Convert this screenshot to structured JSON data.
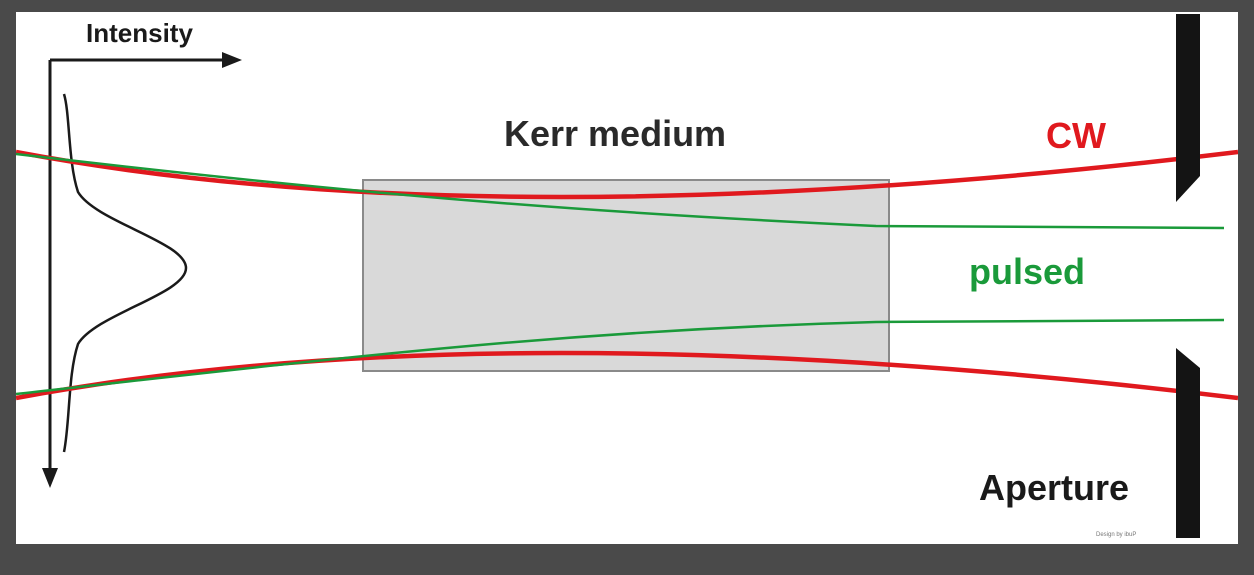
{
  "labels": {
    "intensity": "Intensity",
    "kerr_medium": "Kerr medium",
    "cw": "CW",
    "pulsed": "pulsed",
    "aperture": "Aperture",
    "credit": "Design by ibuP"
  },
  "colors": {
    "background_frame": "#4a4a4a",
    "panel": "#ffffff",
    "cw_beam": "#e0191e",
    "pulsed_beam": "#1a9a3a",
    "kerr_fill": "#d9d9d9",
    "kerr_stroke": "#8a8a8a",
    "aperture": "#141414",
    "axis": "#1a1a1a"
  },
  "icons": {
    "intensity_axis": "arrow-axes",
    "gaussian_profile": "bell-curve",
    "aperture_blades": "knife-edge-blades"
  }
}
